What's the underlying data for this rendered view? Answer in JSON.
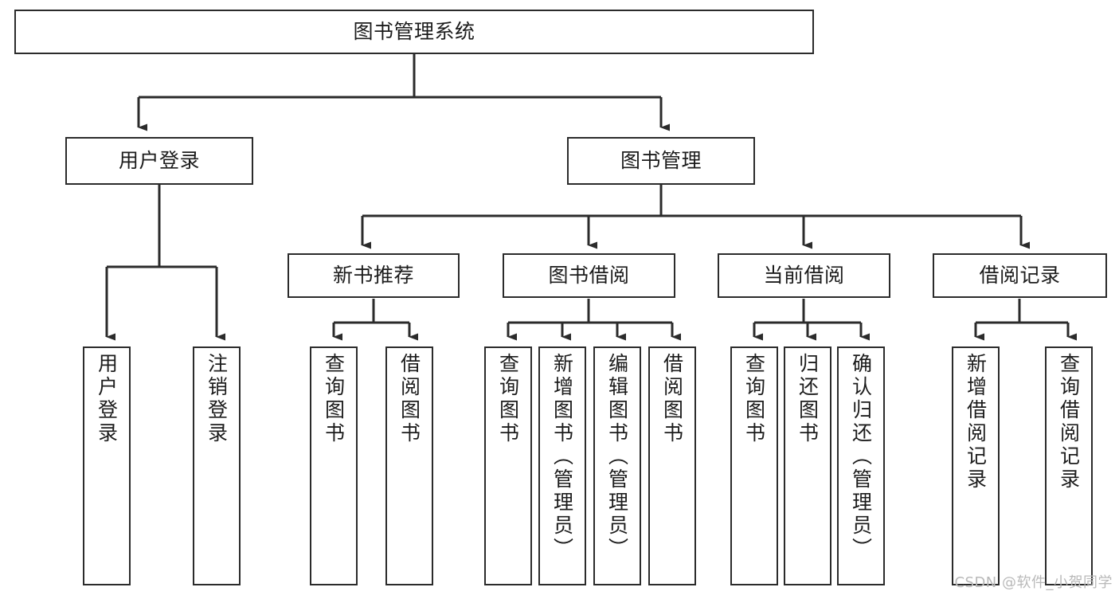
{
  "diagram": {
    "type": "tree",
    "title": "图书管理系统",
    "root": {
      "label": "图书管理系统"
    },
    "level1": [
      {
        "label": "用户登录"
      },
      {
        "label": "图书管理"
      }
    ],
    "level2": [
      {
        "label": "新书推荐"
      },
      {
        "label": "图书借阅"
      },
      {
        "label": "当前借阅"
      },
      {
        "label": "借阅记录"
      }
    ],
    "leaves": {
      "user_login": [
        {
          "label": "用户登录"
        },
        {
          "label": "注销登录"
        }
      ],
      "new_book_recommend": [
        {
          "label": "查询图书"
        },
        {
          "label": "借阅图书"
        }
      ],
      "book_borrow": [
        {
          "label": "查询图书"
        },
        {
          "label": "新增图书（管理员）"
        },
        {
          "label": "编辑图书（管理员）"
        },
        {
          "label": "借阅图书"
        }
      ],
      "current_borrow": [
        {
          "label": "查询图书"
        },
        {
          "label": "归还图书"
        },
        {
          "label": "确认归还（管理员）"
        }
      ],
      "borrow_record": [
        {
          "label": "新增借阅记录"
        },
        {
          "label": "查询借阅记录"
        }
      ]
    },
    "colors": {
      "stroke": "#2b2b2b",
      "fill": "#ffffff",
      "text": "#1c1c1c",
      "watermark": "#b9b9b9"
    }
  },
  "watermark": {
    "text": "CSDN @软件_小贺同学"
  }
}
